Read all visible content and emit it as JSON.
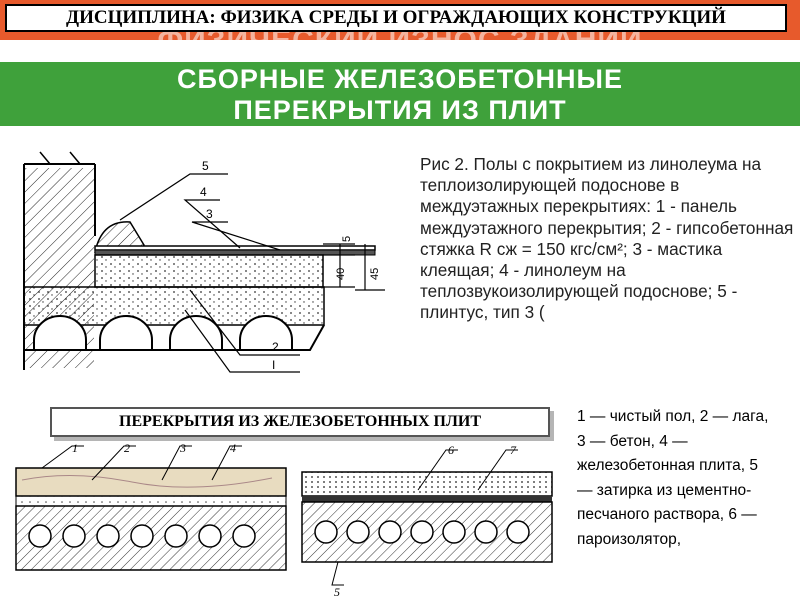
{
  "header": {
    "discipline": "ДИСЦИПЛИНА: ФИЗИКА СРЕДЫ И ОГРАЖДАЮЩИХ КОНСТРУКЦИЙ",
    "ghost_title": "ФИЗИЧЕСКИЙ ИЗНОС ЗДАНИЙ",
    "title_line1": "СБОРНЫЕ ЖЕЛЕЗОБЕТОННЫЕ",
    "title_line2": "ПЕРЕКРЫТИЯ ИЗ ПЛИТ"
  },
  "figure2": {
    "caption": "Рис 2. Полы с покрытием из линолеума на теплоизолирующей подоснове в междуэтажных перекрытиях: 1 - панель междуэтажного перекрытия; 2 - гипсобетонная стяжка R сж = 150 кгс/см²; 3 - мастика клеящая; 4 - линолеум на теплозвукоизолирующей подоснове; 5 - плинтус, тип 3 (",
    "labels": [
      "5",
      "4",
      "3",
      "2",
      "I"
    ],
    "dims": [
      "5",
      "40",
      "45"
    ]
  },
  "section": {
    "title": "ПЕРЕКРЫТИЯ ИЗ ЖЕЛЕЗОБЕТОННЫХ ПЛИТ"
  },
  "figure_bottom_left": {
    "labels": [
      "1",
      "2",
      "3",
      "4"
    ]
  },
  "figure_bottom_right": {
    "labels": [
      "6",
      "7",
      "5"
    ]
  },
  "legend": {
    "text": "1 — чистый пол, 2 — лага, 3 — бетон, 4 — железобетонная плита, 5 — затирка из цементно-песчаного раствора, 6 — пароизолятор,"
  }
}
